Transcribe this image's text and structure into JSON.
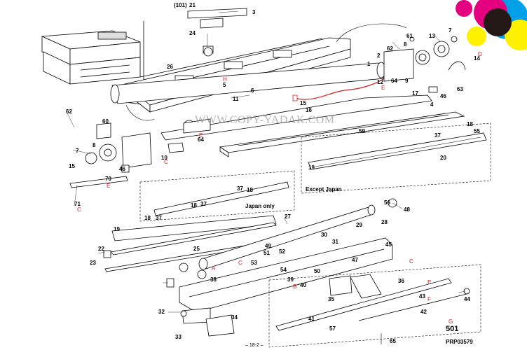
{
  "watermark": "WWW.COPY-YADAK.COM",
  "page_number": "– 18-2 –",
  "reference_code": "PRP03579",
  "assembly_number": "501",
  "box_labels": {
    "except_japan": "Except Japan",
    "japan_only": "Japan only"
  },
  "colors": {
    "highlight": "#d42020",
    "outline": "#000000",
    "logo_magenta": "#e4007f",
    "logo_cyan": "#00a0e9",
    "logo_yellow": "#fff100",
    "logo_black": "#231815"
  },
  "callouts": [
    "(101)",
    "21",
    "3",
    "24",
    "26",
    "5",
    "6",
    "11",
    "1",
    "2",
    "61",
    "13",
    "7",
    "62",
    "8",
    "14",
    "12",
    "64",
    "9",
    "17",
    "63",
    "46",
    "15",
    "16",
    "4",
    "18",
    "55",
    "37",
    "20",
    "19",
    "59",
    "60",
    "62",
    "8",
    "7",
    "10",
    "64",
    "15",
    "46",
    "70",
    "71",
    "37",
    "18",
    "19",
    "18",
    "37",
    "18",
    "37",
    "48",
    "27",
    "22",
    "30",
    "31",
    "29",
    "28",
    "25",
    "51",
    "53",
    "52",
    "45",
    "23",
    "49",
    "47",
    "50",
    "54",
    "39",
    "40",
    "36",
    "35",
    "43",
    "44",
    "42",
    "32",
    "34",
    "33",
    "41",
    "57",
    "65",
    "38",
    "56"
  ],
  "red_marks": [
    "E",
    "C",
    "E",
    "C",
    "D",
    "E",
    "H",
    "C",
    "A",
    "B",
    "C",
    "E",
    "F",
    "G"
  ]
}
